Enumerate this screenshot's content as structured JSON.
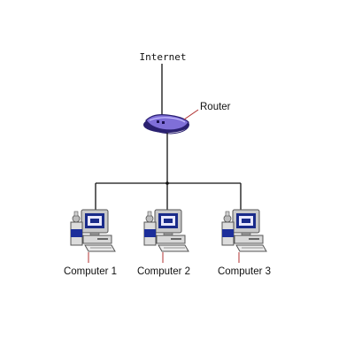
{
  "diagram": {
    "internet_label": "Internet",
    "router_label": "Router",
    "computers": [
      {
        "label": "Computer 1"
      },
      {
        "label": "Computer 2"
      },
      {
        "label": "Computer 3"
      }
    ]
  },
  "colors": {
    "line": "#111111",
    "leader": "#b03030",
    "router_body": "#7f6fd8",
    "router_dark": "#2a2070",
    "monitor_frame": "#c9c9c9",
    "monitor_screen": "#1a2b8a",
    "monitor_screen_inner": "#e8e8ff",
    "stripe_blue": "#1c2e9a"
  },
  "icons": {
    "router": "router-icon",
    "computer": "computer-icon"
  }
}
